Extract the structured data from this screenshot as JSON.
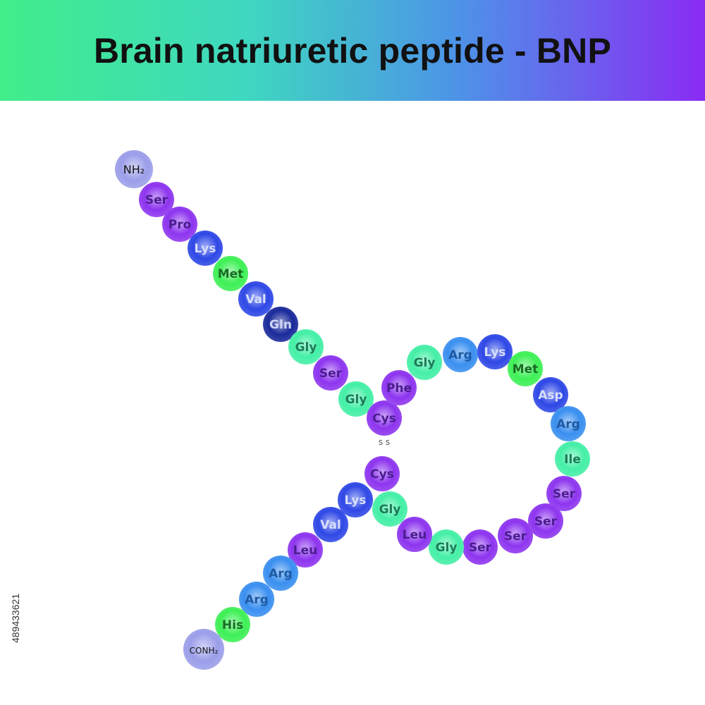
{
  "header": {
    "title": "Brain natriuretic peptide - BNP"
  },
  "termini": {
    "n": "NH₂",
    "c": "CONH₂"
  },
  "disulfide_label": "s s",
  "palette": {
    "purple": "#8d35ef",
    "blue": "#2f48e6",
    "green": "#3ef056",
    "teal": "#44efa6",
    "sky": "#3a8ff0",
    "navy": "#1a2a9a",
    "terminus": "#9b9ee9"
  },
  "residues": [
    {
      "label": "Ser",
      "color": "purple"
    },
    {
      "label": "Pro",
      "color": "purple"
    },
    {
      "label": "Lys",
      "color": "blue"
    },
    {
      "label": "Met",
      "color": "green"
    },
    {
      "label": "Val",
      "color": "blue"
    },
    {
      "label": "Gln",
      "color": "navy"
    },
    {
      "label": "Gly",
      "color": "teal"
    },
    {
      "label": "Ser",
      "color": "purple"
    },
    {
      "label": "Gly",
      "color": "teal"
    },
    {
      "label": "Cys",
      "color": "purple"
    },
    {
      "label": "Phe",
      "color": "purple"
    },
    {
      "label": "Gly",
      "color": "teal"
    },
    {
      "label": "Arg",
      "color": "sky"
    },
    {
      "label": "Lys",
      "color": "blue"
    },
    {
      "label": "Met",
      "color": "green"
    },
    {
      "label": "Asp",
      "color": "blue"
    },
    {
      "label": "Arg",
      "color": "sky"
    },
    {
      "label": "Ile",
      "color": "teal"
    },
    {
      "label": "Ser",
      "color": "purple"
    },
    {
      "label": "Ser",
      "color": "purple"
    },
    {
      "label": "Ser",
      "color": "purple"
    },
    {
      "label": "Ser",
      "color": "purple"
    },
    {
      "label": "Gly",
      "color": "teal"
    },
    {
      "label": "Leu",
      "color": "purple"
    },
    {
      "label": "Gly",
      "color": "teal"
    },
    {
      "label": "Cys",
      "color": "purple"
    },
    {
      "label": "Lys",
      "color": "blue"
    },
    {
      "label": "Val",
      "color": "blue"
    },
    {
      "label": "Leu",
      "color": "purple"
    },
    {
      "label": "Arg",
      "color": "sky"
    },
    {
      "label": "Arg",
      "color": "sky"
    },
    {
      "label": "His",
      "color": "green"
    }
  ],
  "watermark_id": "489433621"
}
